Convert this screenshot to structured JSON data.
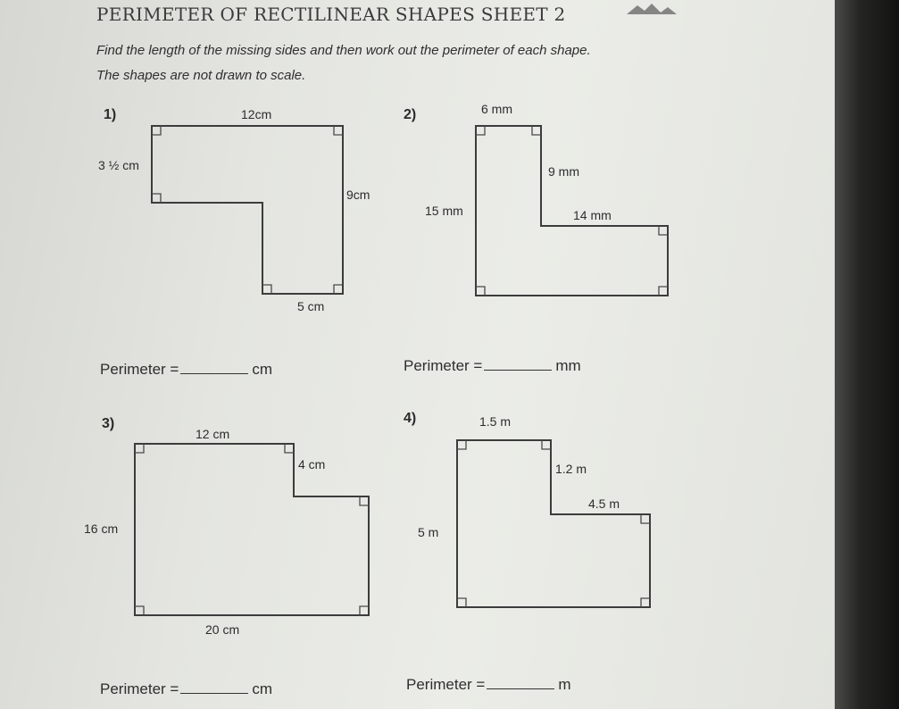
{
  "worksheet": {
    "title": "PERIMETER OF RECTILINEAR SHAPES SHEET 2",
    "instruction_line1": "Find the length of the missing sides and then work out the perimeter of each shape.",
    "instruction_line2": "The shapes are not drawn to scale."
  },
  "questions": [
    {
      "number": "1)",
      "labels": [
        "12cm",
        "3 ½ cm",
        "9cm",
        "5 cm"
      ],
      "perimeter_label": "Perimeter =",
      "unit": "cm"
    },
    {
      "number": "2)",
      "labels": [
        "6 mm",
        "9 mm",
        "15 mm",
        "14 mm"
      ],
      "perimeter_label": "Perimeter =",
      "unit": "mm"
    },
    {
      "number": "3)",
      "labels": [
        "12 cm",
        "4 cm",
        "16 cm",
        "20 cm"
      ],
      "perimeter_label": "Perimeter =",
      "unit": "cm"
    },
    {
      "number": "4)",
      "labels": [
        "1.5 m",
        "1.2 m",
        "4.5 m",
        "5 m"
      ],
      "perimeter_label": "Perimeter =",
      "unit": "m"
    }
  ]
}
